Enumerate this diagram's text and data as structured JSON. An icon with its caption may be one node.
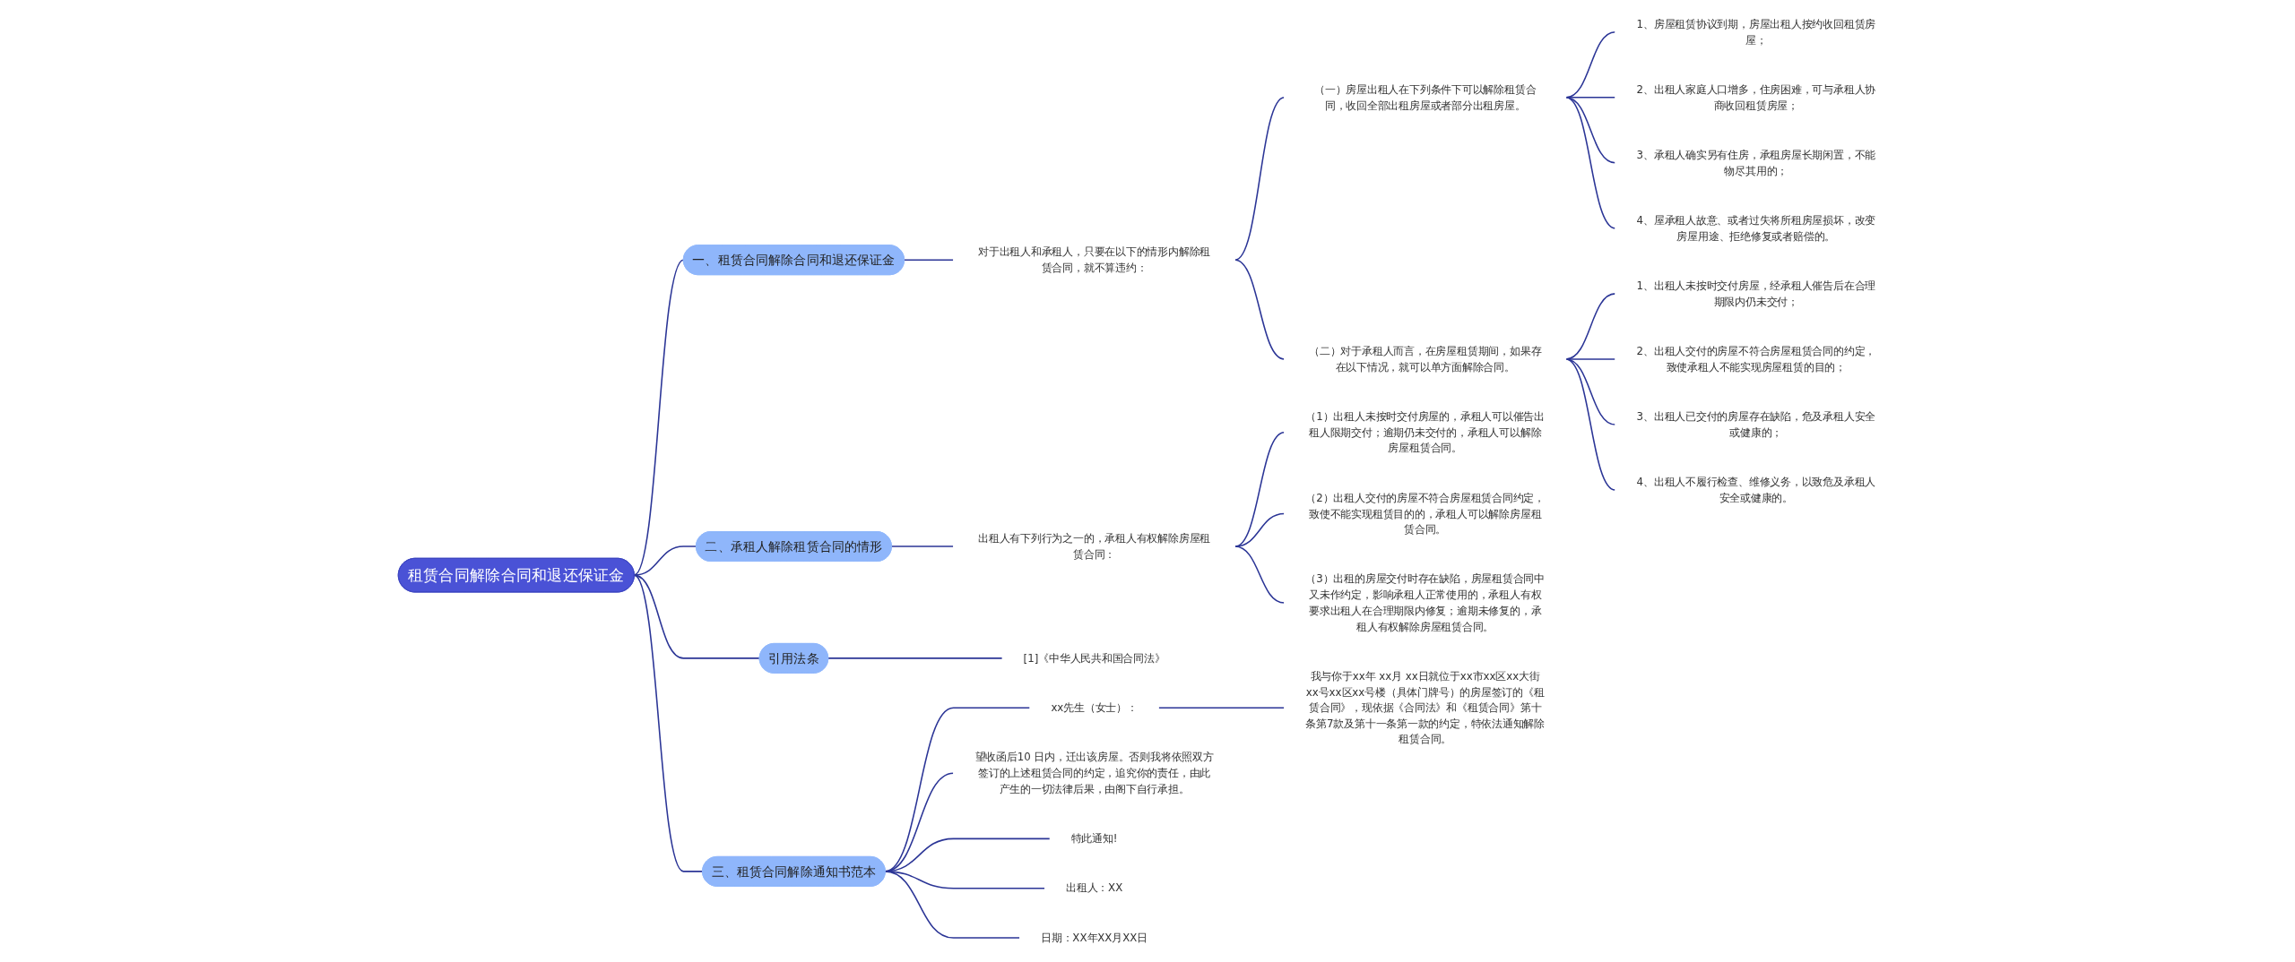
{
  "diagram": {
    "nodes": [
      {
        "text": [
          "租赁合同解除合同和退还保证金"
        ]
      },
      {
        "text": [
          "一、租赁合同解除合同和退还保证金"
        ]
      },
      {
        "text": [
          "对于出租人和承租人，只要在以下的情形内解除租赁合同，就不算违约："
        ]
      },
      {
        "text": [
          "（一）房屋出租人在下列条件下可以解除租赁合同，收回全部出租房屋或者部分出租房屋。"
        ]
      },
      {
        "text": [
          "1、房屋租赁协议到期，房屋出租人按约收回租赁房屋；"
        ]
      },
      {
        "text": [
          "2、出租人家庭人口增多，住房困难，可与承租人协商收回租赁房屋；"
        ]
      },
      {
        "text": [
          "3、承租人确实另有住房，承租房屋长期闲置，不能物尽其用的；"
        ]
      },
      {
        "text": [
          "4、屋承租人故意、或者过失将所租房屋损坏，改变房屋用途、拒绝修复或者赔偿的。"
        ]
      },
      {
        "text": [
          "（二）对于承租人而言，在房屋租赁期间，如果存在以下情况，就可以单方面解除合同。"
        ]
      },
      {
        "text": [
          "1、出租人未按时交付房屋，经承租人催告后在合理期限内仍未交付；"
        ]
      },
      {
        "text": [
          "2、出租人交付的房屋不符合房屋租赁合同的约定，致使承租人不能实现房屋租赁的目的；"
        ]
      },
      {
        "text": [
          "3、出租人已交付的房屋存在缺陷，危及承租人安全或健康的；"
        ]
      },
      {
        "text": [
          "4、出租人不履行检查、维修义务，以致危及承租人安全或健康的。"
        ]
      },
      {
        "text": [
          "二、承租人解除租赁合同的情形"
        ]
      },
      {
        "text": [
          "出租人有下列行为之一的，承租人有权解除房屋租赁合同："
        ]
      },
      {
        "text": [
          "（1）出租人未按时交付房屋的，承租人可以催告出租人限期交付；逾期仍未交付的，承租人可以解除房屋租赁合同。"
        ]
      },
      {
        "text": [
          "（2）出租人交付的房屋不符合房屋租赁合同约定，致使不能实现租赁目的的，承租人可以解除房屋租赁合同。"
        ]
      },
      {
        "text": [
          "（3）出租的房屋交付时存在缺陷，房屋租赁合同中又未作约定，影响承租人正常使用的，承租人有权要求出租人在合理期限内修复；逾期未修复的，承租人有权解除房屋租赁合同。"
        ]
      },
      {
        "text": [
          "引用法条"
        ]
      },
      {
        "text": [
          "[1]《中华人民共和国合同法》"
        ]
      },
      {
        "text": [
          "三、租赁合同解除通知书范本"
        ]
      },
      {
        "text": [
          "xx先生（女士）："
        ]
      },
      {
        "text": [
          "我与你于xx年 xx月 xx日就位于xx市xx区xx大街xx号xx区xx号楼（具体门牌号）的房屋签订的《租赁合同》，现依据《合同法》和《租赁合同》第十条第7款及第十一条第一款的约定，特依法通知解除租赁合同。"
        ]
      },
      {
        "text": [
          "望收函后10 日内，迁出该房屋。否则我将依照双方签订的上述租赁合同的约定，追究你的责任，由此产生的一切法律后果，由阁下自行承担。"
        ]
      },
      {
        "text": [
          "特此通知!"
        ]
      },
      {
        "text": [
          "出租人：XX"
        ]
      },
      {
        "text": [
          "日期：XX年XX月XX日"
        ]
      }
    ],
    "edges": [
      {
        "from": 0,
        "to": 1,
        "arrow": "none"
      },
      {
        "from": 1,
        "to": 2,
        "arrow": "none"
      },
      {
        "from": 2,
        "to": 3,
        "arrow": "none"
      },
      {
        "from": 3,
        "to": 4,
        "arrow": "none"
      },
      {
        "from": 3,
        "to": 5,
        "arrow": "none"
      },
      {
        "from": 3,
        "to": 6,
        "arrow": "none"
      },
      {
        "from": 3,
        "to": 7,
        "arrow": "none"
      },
      {
        "from": 2,
        "to": 8,
        "arrow": "none"
      },
      {
        "from": 8,
        "to": 9,
        "arrow": "none"
      },
      {
        "from": 8,
        "to": 10,
        "arrow": "none"
      },
      {
        "from": 8,
        "to": 11,
        "arrow": "none"
      },
      {
        "from": 8,
        "to": 12,
        "arrow": "none"
      },
      {
        "from": 0,
        "to": 13,
        "arrow": "none"
      },
      {
        "from": 13,
        "to": 14,
        "arrow": "none"
      },
      {
        "from": 14,
        "to": 15,
        "arrow": "none"
      },
      {
        "from": 14,
        "to": 16,
        "arrow": "none"
      },
      {
        "from": 14,
        "to": 17,
        "arrow": "none"
      },
      {
        "from": 0,
        "to": 18,
        "arrow": "none"
      },
      {
        "from": 18,
        "to": 19,
        "arrow": "none"
      },
      {
        "from": 0,
        "to": 20,
        "arrow": "none"
      },
      {
        "from": 20,
        "to": 21,
        "arrow": "none"
      },
      {
        "from": 21,
        "to": 22,
        "arrow": "none"
      },
      {
        "from": 20,
        "to": 23,
        "arrow": "none"
      },
      {
        "from": 20,
        "to": 24,
        "arrow": "none"
      },
      {
        "from": 20,
        "to": 25,
        "arrow": "none"
      },
      {
        "from": 20,
        "to": 26,
        "arrow": "none"
      }
    ]
  }
}
